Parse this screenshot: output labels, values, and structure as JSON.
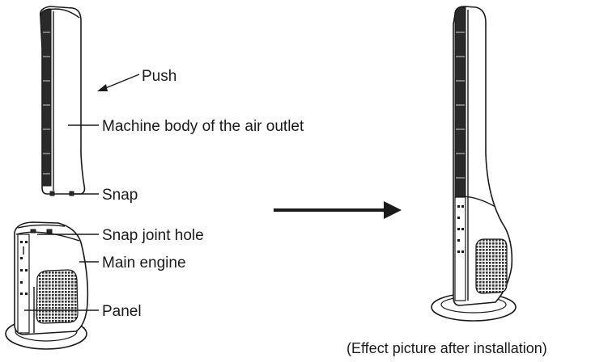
{
  "labels": {
    "push": "Push",
    "machine_body": "Machine body of the air outlet",
    "snap": "Snap",
    "snap_joint_hole": "Snap joint hole",
    "main_engine": "Main engine",
    "panel": "Panel"
  },
  "caption": "(Effect picture after installation)",
  "colors": {
    "ink": "#1a1a1a",
    "dark_fill": "#2a2a2a",
    "background": "#ffffff"
  }
}
